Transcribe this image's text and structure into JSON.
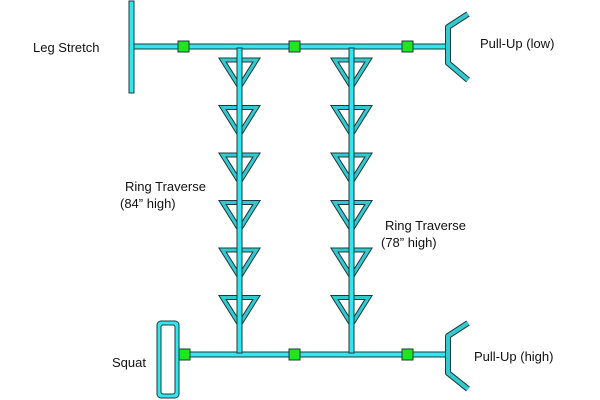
{
  "diagram": {
    "colors": {
      "pipe": "#33e6ee",
      "pipe_dark": "#33b5b8",
      "outline": "#1b3b3c",
      "connector": "#1fe61f",
      "background": "#ffffff"
    },
    "stations": {
      "leg_stretch": "Leg Stretch",
      "pullup_low": "Pull-Up (low)",
      "squat": "Squat",
      "pullup_high": "Pull-Up (high)"
    },
    "ring_traverses": [
      {
        "name": "Ring Traverse",
        "height": "(84” high)",
        "ring_count": 6
      },
      {
        "name": "Ring Traverse",
        "height": "(78” high)",
        "ring_count": 6
      }
    ]
  }
}
